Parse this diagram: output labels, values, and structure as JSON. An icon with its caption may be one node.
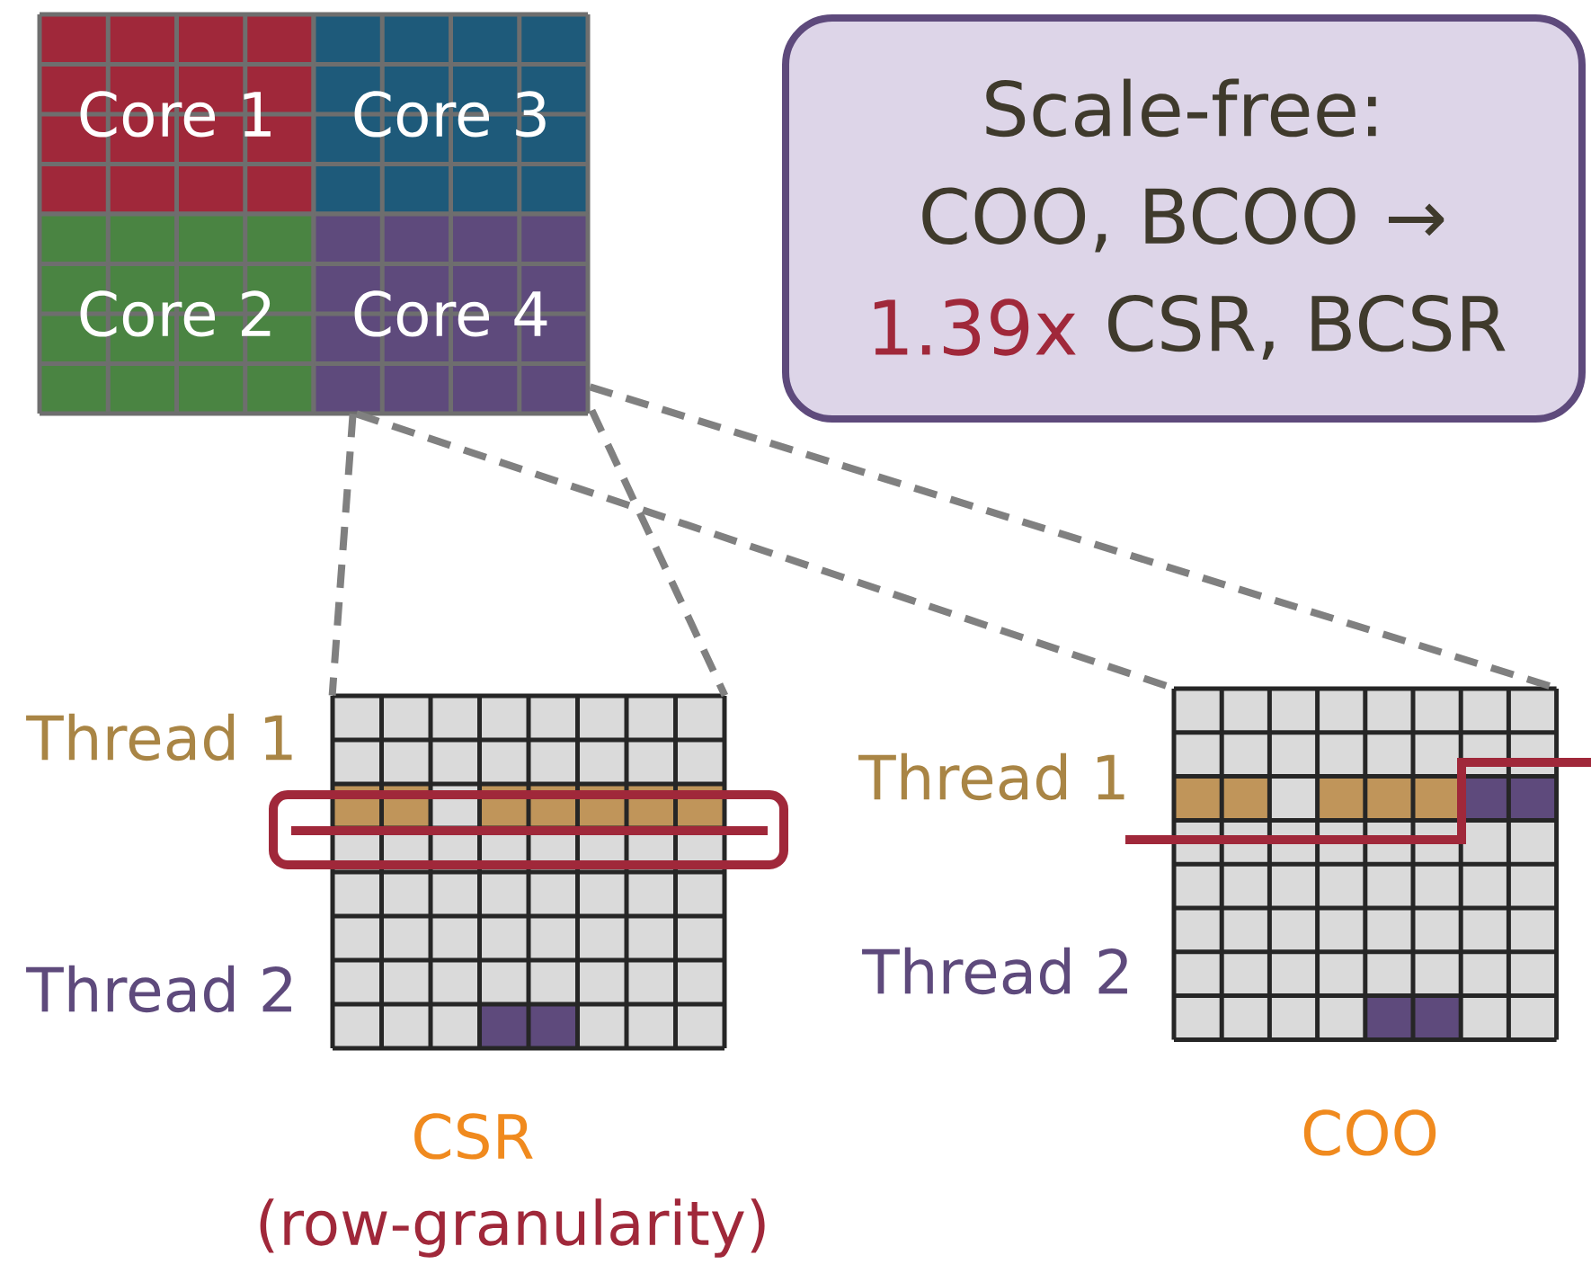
{
  "diagram": {
    "nodes": [
      {
        "text": [
          "Core 1"
        ]
      },
      {
        "text": [
          "Core 3"
        ]
      },
      {
        "text": [
          "Core 2"
        ]
      },
      {
        "text": [
          "Core 4"
        ]
      },
      {
        "text": [
          "Scale-free: COO, BCOO →",
          "1.39x",
          "CSR, BCSR"
        ]
      },
      {
        "text": [],
        "shape": "grid"
      },
      {
        "text": [],
        "shape": "grid"
      }
    ],
    "edges": [
      {
        "from": 3,
        "to": 5,
        "arrow": "none",
        "style": "dashed"
      },
      {
        "from": 3,
        "to": 5,
        "arrow": "none",
        "style": "dashed"
      },
      {
        "from": 3,
        "to": 6,
        "arrow": "none",
        "style": "dashed"
      },
      {
        "from": 3,
        "to": 6,
        "arrow": "none",
        "style": "dashed"
      }
    ],
    "labels": [
      "Thread 1",
      "Thread 2",
      "CSR",
      "(row-granularity)",
      "Thread 1",
      "Thread 2",
      "COO"
    ]
  }
}
